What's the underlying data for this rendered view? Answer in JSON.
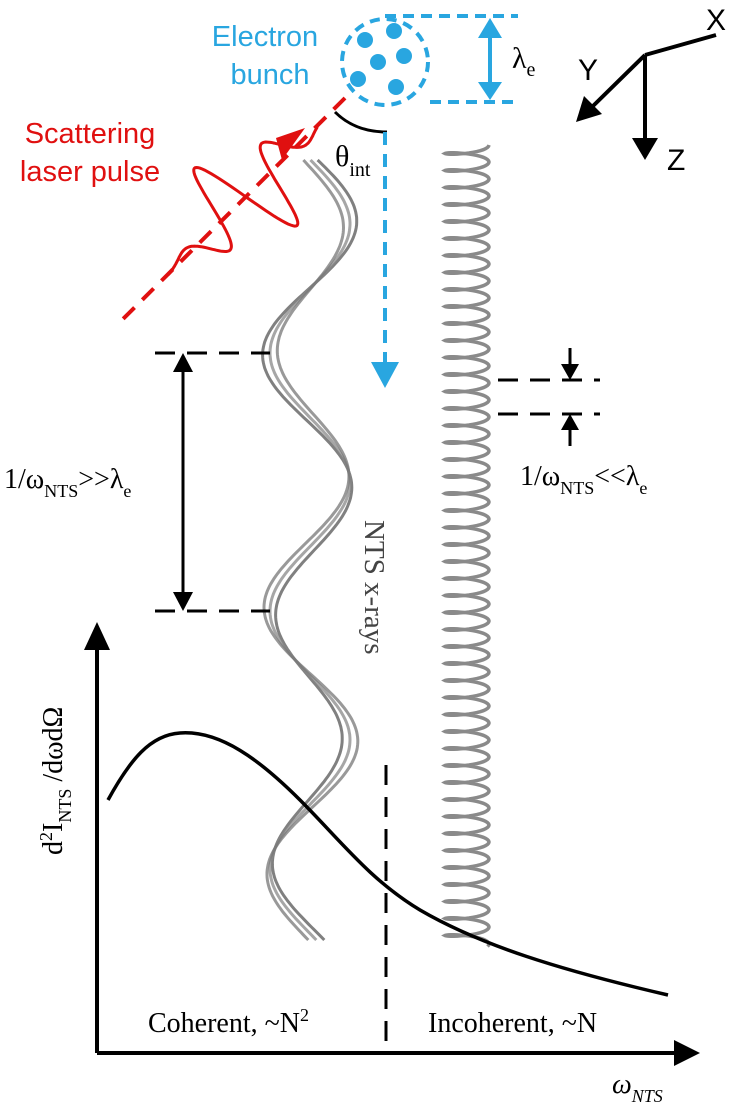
{
  "electron_bunch": {
    "label_line1": "Electron",
    "label_line2": "bunch",
    "size_symbol": "λ",
    "size_sub": "e"
  },
  "laser": {
    "label_line1": "Scattering",
    "label_line2": "laser pulse"
  },
  "angle": {
    "symbol": "θ",
    "sub": "int"
  },
  "axes3d": {
    "x": "X",
    "y": "Y",
    "z": "Z"
  },
  "left_dimension": {
    "prefix": "1/ω",
    "sub": "NTS",
    "rel": ">>λ",
    "sub2": "e"
  },
  "right_dimension": {
    "prefix": "1/ω",
    "sub": "NTS",
    "rel": "<<λ",
    "sub2": "e"
  },
  "beam_label": "NTS x-rays",
  "plot": {
    "y_label": {
      "a": "d",
      "sup": "2",
      "b": "I",
      "sub": "NTS",
      "c": " /dωdΩ"
    },
    "x_label": {
      "a": "ω",
      "sub": "NTS"
    },
    "left_region": {
      "text": "Coherent, ~N",
      "sup": "2"
    },
    "right_region": "Incoherent, ~N"
  },
  "colors": {
    "laser": "#e01010",
    "electron": "#29a6e0",
    "helix": "#7a7a7a",
    "ink": "#000000"
  }
}
